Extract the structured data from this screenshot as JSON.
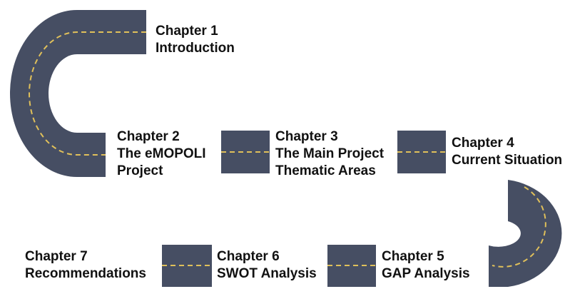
{
  "colors": {
    "road": "#464e63",
    "dash": "#e0c05a",
    "background": "#ffffff",
    "text": "#111111"
  },
  "chapters": [
    {
      "id": "ch1",
      "number": "Chapter 1",
      "lines": [
        "Introduction"
      ]
    },
    {
      "id": "ch2",
      "number": "Chapter 2",
      "lines": [
        "The eMOPOLI",
        "Project"
      ]
    },
    {
      "id": "ch3",
      "number": "Chapter 3",
      "lines": [
        "The Main Project",
        "Thematic Areas"
      ]
    },
    {
      "id": "ch4",
      "number": "Chapter 4",
      "lines": [
        "Current Situation"
      ]
    },
    {
      "id": "ch5",
      "number": "Chapter 5",
      "lines": [
        "GAP Analysis"
      ]
    },
    {
      "id": "ch6",
      "number": "Chapter 6",
      "lines": [
        "SWOT Analysis"
      ]
    },
    {
      "id": "ch7",
      "number": "Chapter 7",
      "lines": [
        "Recommendations"
      ]
    }
  ]
}
